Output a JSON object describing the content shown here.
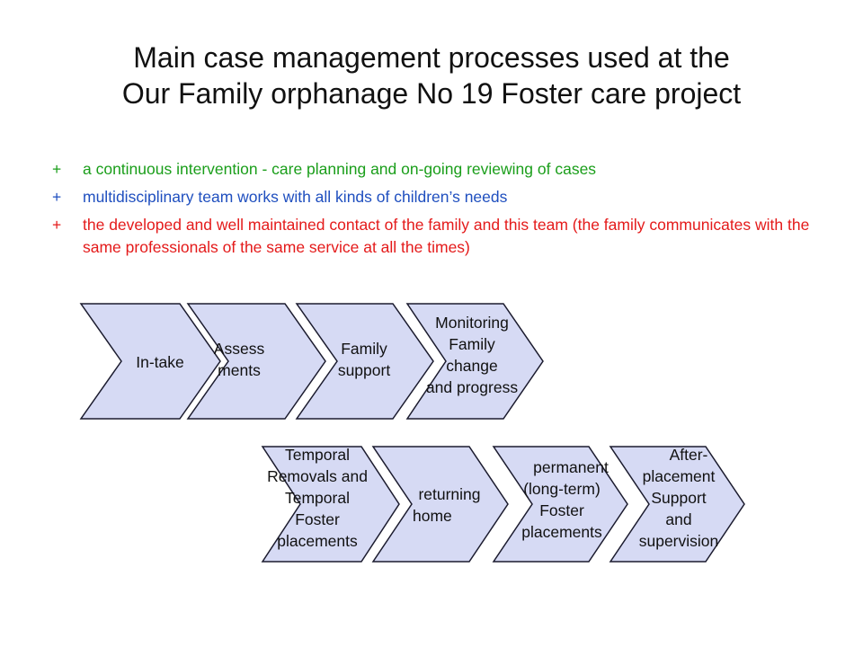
{
  "title": {
    "line1": "Main case management processes used at the",
    "line2": "Our Family  orphanage No 19 Foster care project"
  },
  "bullets": [
    {
      "mark": "+",
      "text": "a continuous intervention - care planning and on-going reviewing of cases",
      "color": "#1a9e1a"
    },
    {
      "mark": "+",
      "text": "multidisciplinary team works with all kinds of children’s needs",
      "color": "#1f4fbf"
    },
    {
      "mark": "+",
      "text": "the developed and well maintained contact of the family and this team (the family communicates with the same professionals of the same service at all the times)",
      "color": "#e41a1a"
    }
  ],
  "process_row1": [
    {
      "lines": [
        "In-take"
      ]
    },
    {
      "lines": [
        "Assess",
        "ments"
      ]
    },
    {
      "lines": [
        "Family",
        "support"
      ]
    },
    {
      "lines": [
        "Monitoring",
        "Family",
        "change",
        "and progress"
      ]
    }
  ],
  "process_row2": [
    {
      "lines": [
        "Temporal",
        "Removals and",
        "Temporal",
        "Foster",
        "placements"
      ]
    },
    {
      "lines": [
        "returning",
        "home"
      ]
    },
    {
      "lines": [
        "permanent",
        "(long-term)",
        "Foster",
        "placements"
      ]
    },
    {
      "lines": [
        "After-",
        "placement",
        "Support",
        "and",
        "supervision"
      ]
    }
  ],
  "colors": {
    "chevron_fill": "#d6daf4",
    "chevron_stroke": "#1b1b2e"
  }
}
